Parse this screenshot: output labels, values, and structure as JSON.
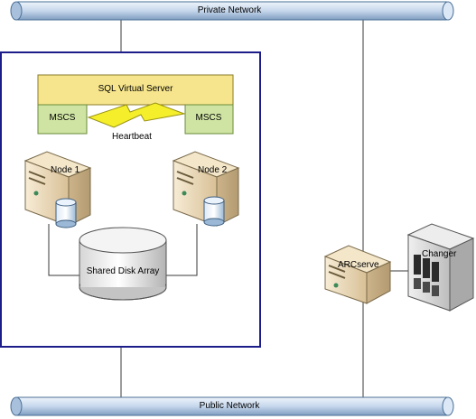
{
  "networks": {
    "private": "Private Network",
    "public": "Public Network"
  },
  "cluster": {
    "virtual_server": "SQL Virtual Server",
    "mscs_left": "MSCS",
    "mscs_right": "MSCS",
    "heartbeat": "Heartbeat",
    "node1": "Node 1",
    "node2": "Node 2",
    "shared_disk": "Shared Disk Array"
  },
  "backup": {
    "arcserve": "ARCserve",
    "changer": "Changer"
  },
  "colors": {
    "pipe_fill": "#c8d8ec",
    "pipe_stroke": "#4a6f96",
    "cluster_border": "#1d1d8a",
    "sql_box": "#f6e58c",
    "mscs_box": "#cfe4a3",
    "heartbeat_bolt": "#f4ef2a",
    "server_body": "#e9d7b4",
    "changer_body": "#cfcfcf",
    "db_cylinder": "#b9d3ea",
    "disk_array": "#e6e6e6"
  }
}
